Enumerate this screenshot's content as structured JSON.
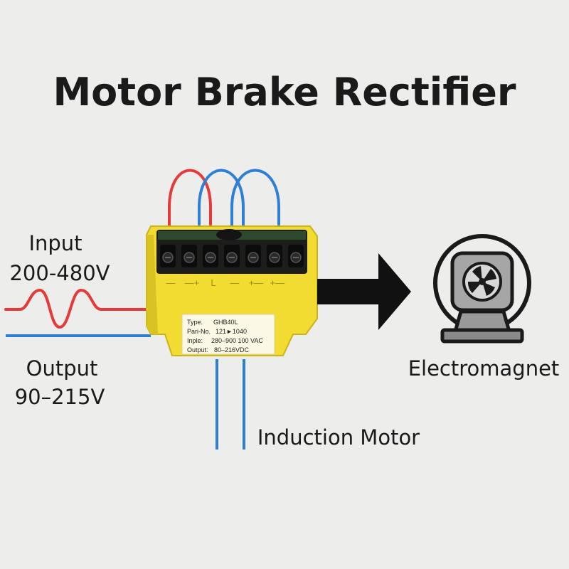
{
  "title": "Motor Brake Rectifier",
  "input_label": {
    "line1": "Input",
    "line2": "200-480V"
  },
  "output_label": {
    "line1": "Output",
    "line2": "90–215V"
  },
  "motor_label": "Induction Motor",
  "magnet_label": "Electromagnet",
  "nameplate": {
    "type_key": "Type.",
    "type_val": "GHB40L",
    "part_key": "Pari-No.",
    "part_val": "121►1040",
    "input_key": "Inple:",
    "input_val": "280–900 100 VAC",
    "output_key": "Output:",
    "output_val": "80–216VDC"
  },
  "terminal_marks": [
    "—",
    "—+",
    "L",
    "—",
    "+—",
    "+—"
  ],
  "colors": {
    "background": "#ededeb",
    "housing": "#f2dc32",
    "wire_red": "#e43a3a",
    "wire_blue": "#2f7fd4",
    "arrow": "#111111",
    "icon_gray": "#9a9a9a"
  },
  "icons": {
    "flow_arrow": "right-arrow-icon",
    "electromagnet": "electromagnet-icon"
  }
}
